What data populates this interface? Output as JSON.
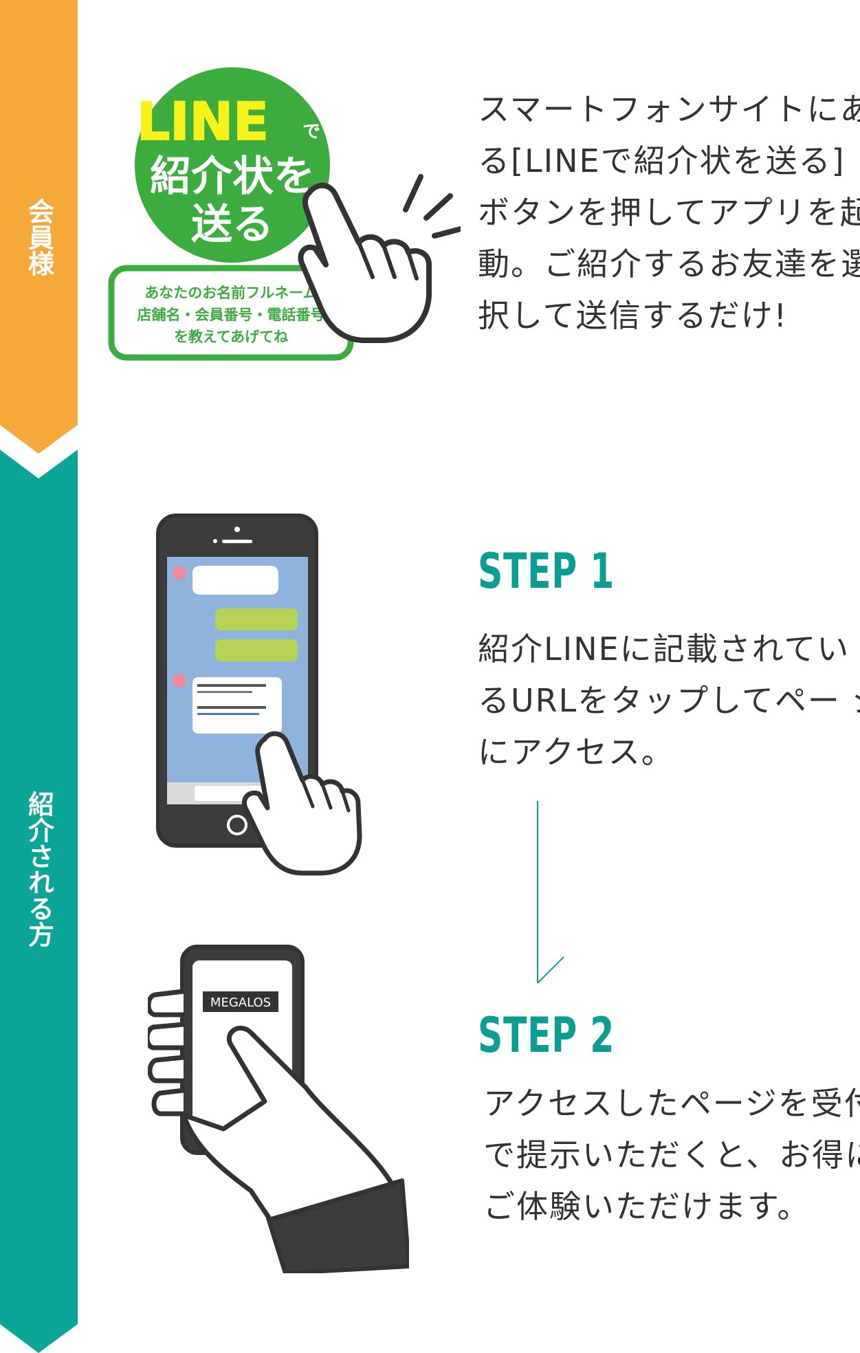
{
  "sidebar": {
    "member_label": "会員様",
    "referred_label": "紹介される方",
    "member_color": "#f6a93b",
    "referred_color": "#0aa597"
  },
  "line_badge": {
    "brand": "LINE",
    "de": "で",
    "line1": "紹介状を",
    "line2": "送る",
    "note": [
      "あなたのお名前フルネーム",
      "店舗名・会員番号・電話番号",
      "を教えてあげてね"
    ],
    "green": "#3dac3e",
    "yellow": "#f9f21a"
  },
  "member_desc": [
    "スマートフォンサイトにあ",
    "る[LINEで紹介状を送る]",
    "ボタンを押してアプリを起",
    "動。ご紹介するお友達を選",
    "択して送信するだけ!"
  ],
  "step1": {
    "title": "STEP 1",
    "desc": [
      "紹介LINEに記載されてい",
      "るURLをタップしてペー ジ",
      "にアクセス。"
    ]
  },
  "step2": {
    "title": "STEP 2",
    "desc": [
      "アクセスしたページを受付",
      "で提示いただくと、お得に",
      "ご体験いただけます。"
    ]
  },
  "phone_screen_brand": "MEGALOS",
  "accent_color": "#0a9d92",
  "icons": [
    "hand-pointer-icon",
    "smartphone-chat-icon",
    "hand-holding-phone-icon",
    "flow-arrow-icon"
  ]
}
